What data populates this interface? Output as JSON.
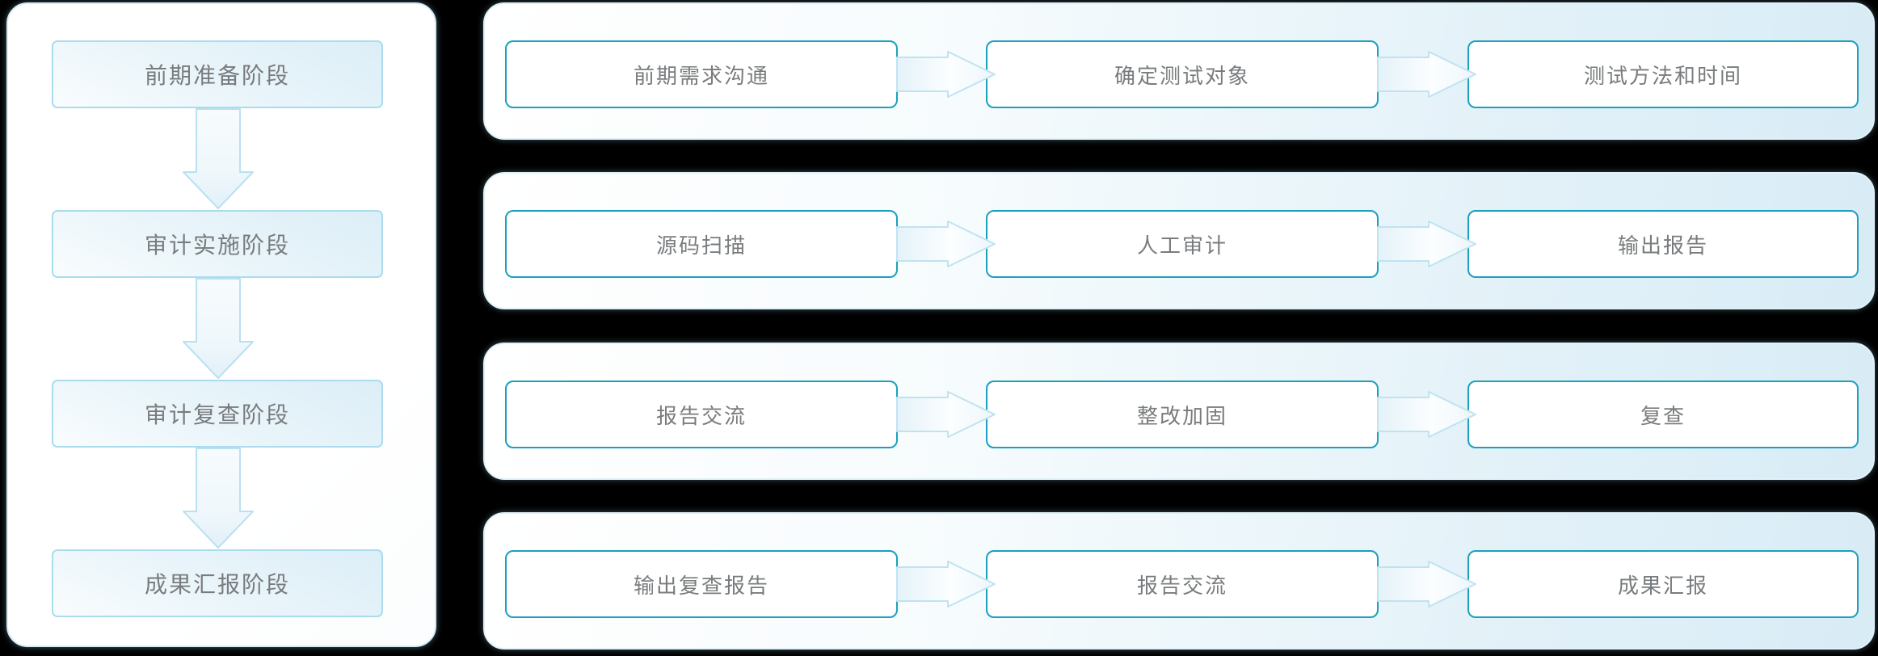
{
  "diagram": {
    "title_hint": "audit-process-flow",
    "left_panel": {
      "stages": [
        {
          "label": "前期准备阶段"
        },
        {
          "label": "审计实施阶段"
        },
        {
          "label": "审计复查阶段"
        },
        {
          "label": "成果汇报阶段"
        }
      ]
    },
    "right_panel": {
      "rows": [
        {
          "steps": [
            {
              "label": "前期需求沟通"
            },
            {
              "label": "确定测试对象"
            },
            {
              "label": "测试方法和时间"
            }
          ]
        },
        {
          "steps": [
            {
              "label": "源码扫描"
            },
            {
              "label": "人工审计"
            },
            {
              "label": "输出报告"
            }
          ]
        },
        {
          "steps": [
            {
              "label": "报告交流"
            },
            {
              "label": "整改加固"
            },
            {
              "label": "复查"
            }
          ]
        },
        {
          "steps": [
            {
              "label": "输出复查报告"
            },
            {
              "label": "报告交流"
            },
            {
              "label": "成果汇报"
            }
          ]
        }
      ]
    },
    "colors": {
      "background": "#000000",
      "card_background": "#ffffff",
      "row_card_gradient_end": "#d8ecf6",
      "step_border_teal": "#1ba0be",
      "stage_border_light_blue": "#aadcee",
      "arrow_border_light_blue": "#b9e1f0",
      "text_gray": "#797c7e"
    }
  }
}
